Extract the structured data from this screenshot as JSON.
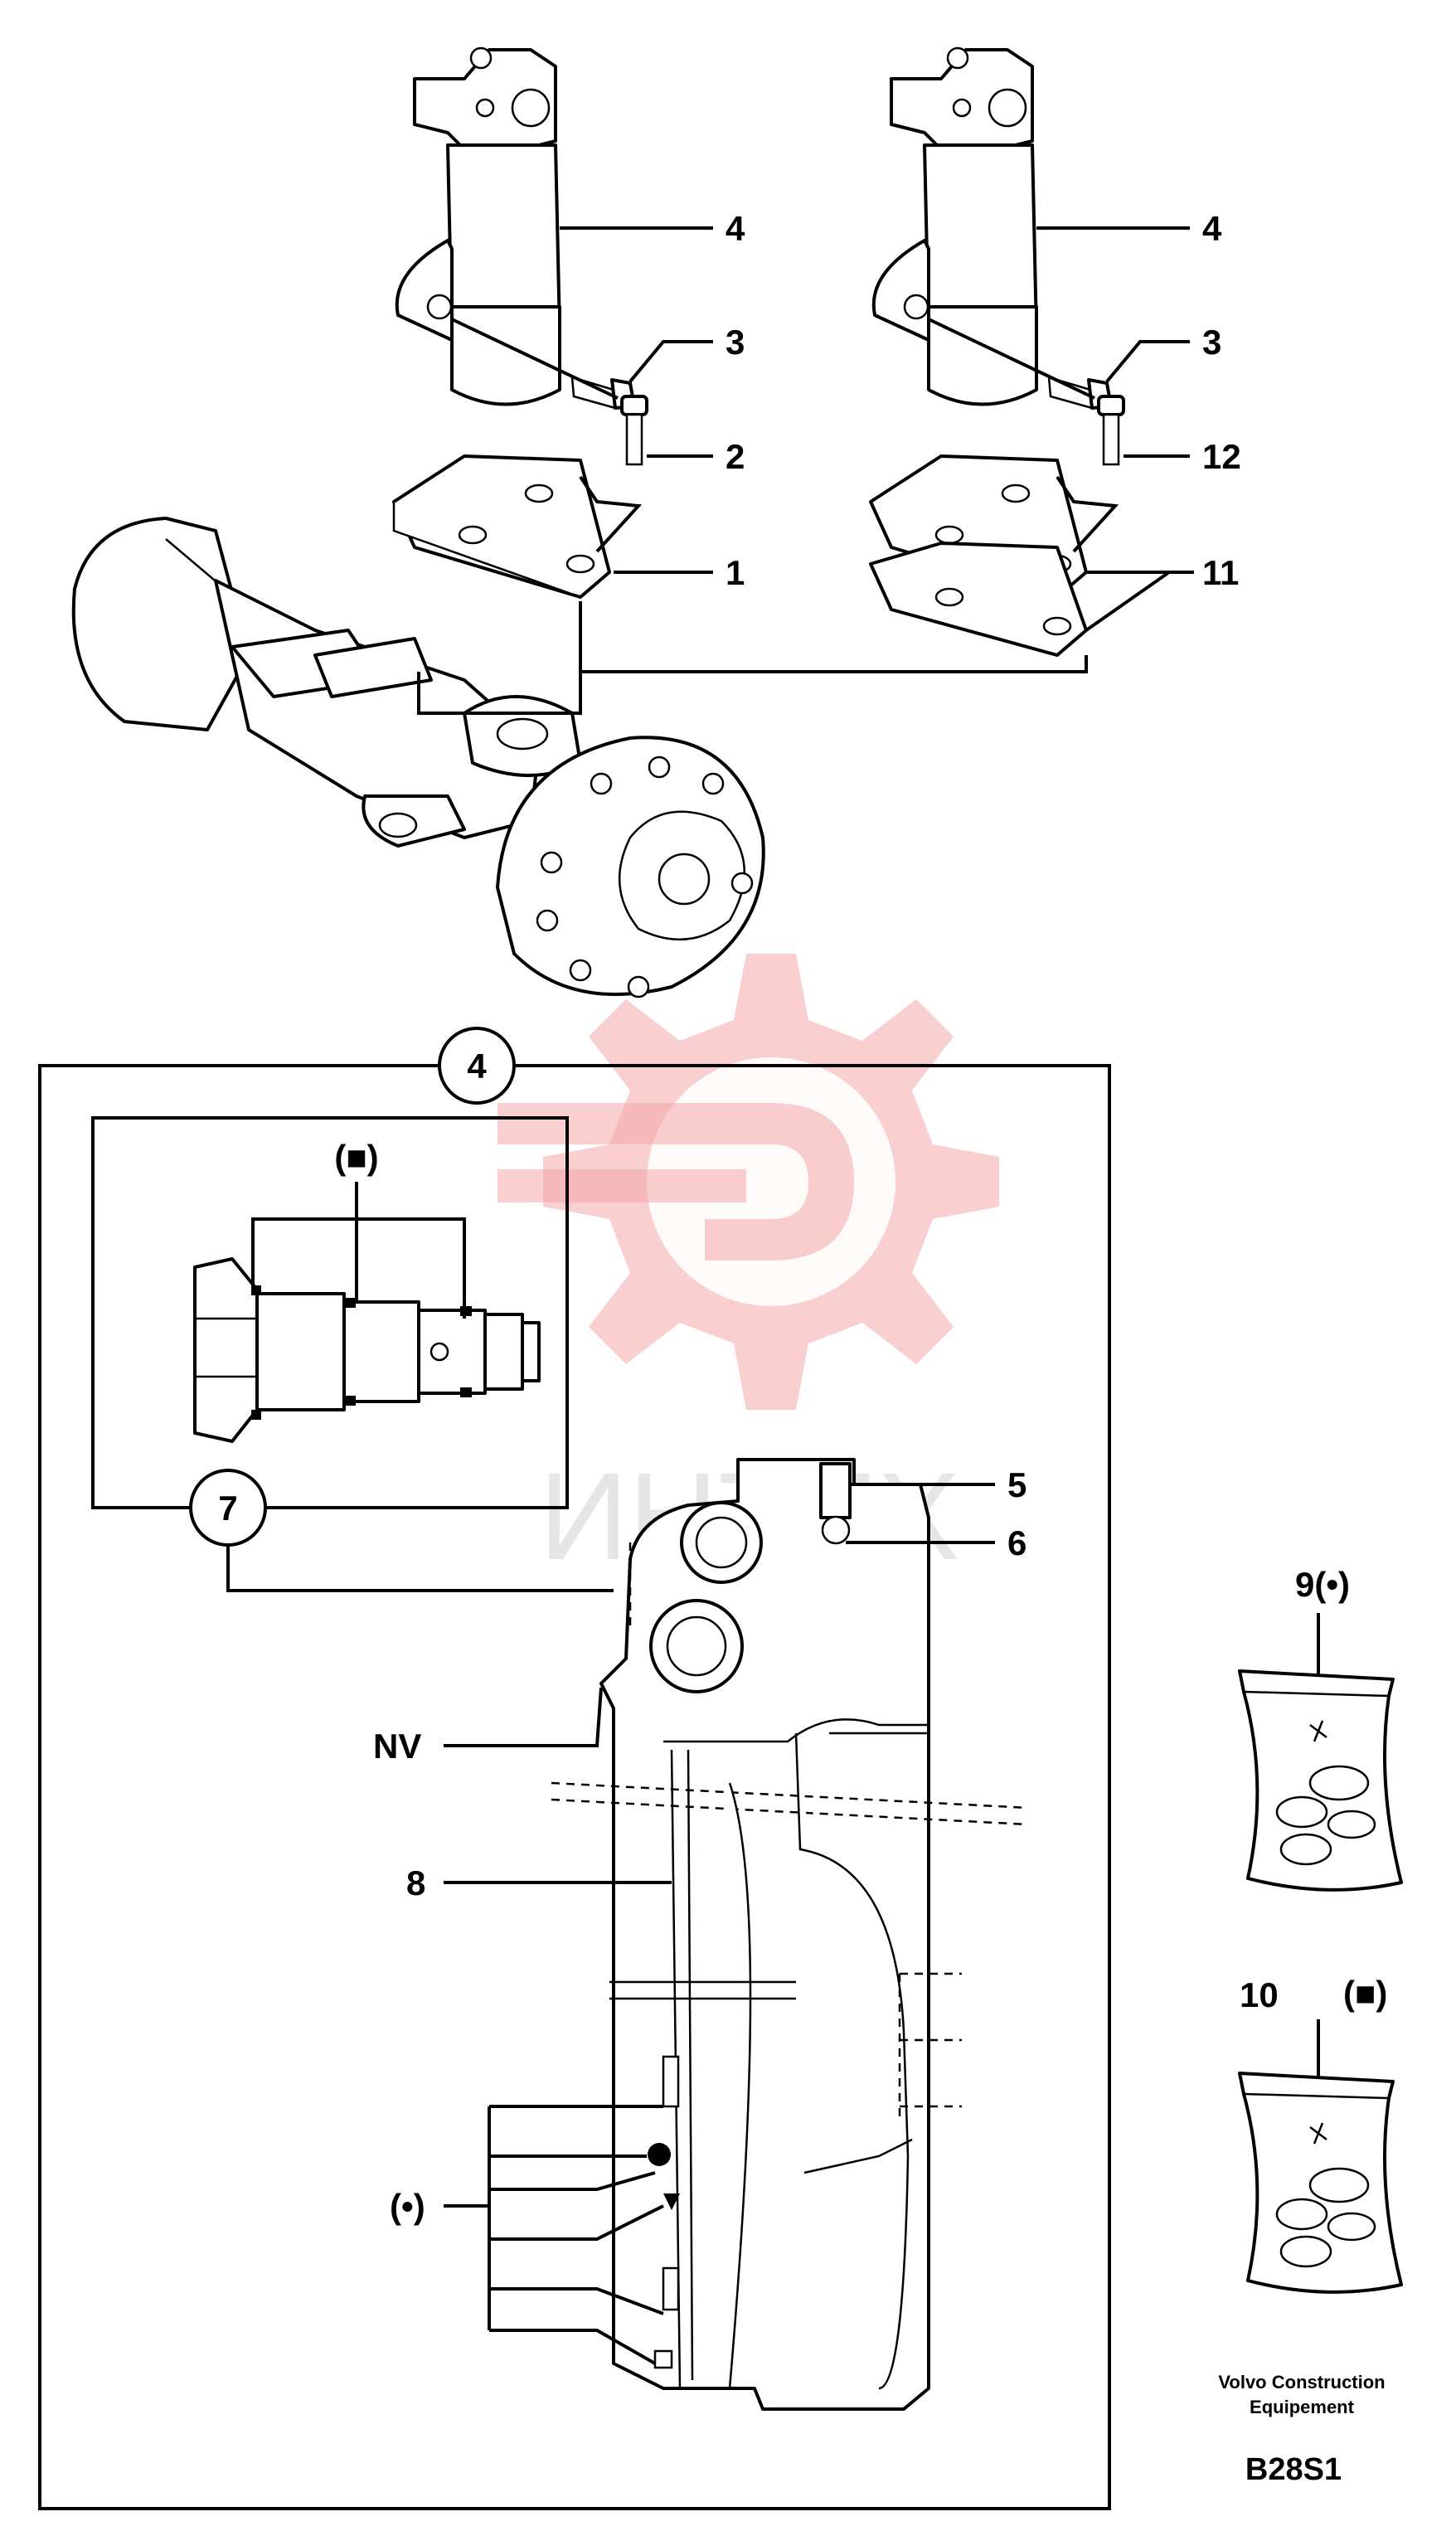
{
  "watermark": {
    "text": "ИНТЕХ"
  },
  "callouts": {
    "c4_left": "4",
    "c3_left": "3",
    "c2": "2",
    "c1": "1",
    "c4_right": "4",
    "c3_right": "3",
    "c12": "12",
    "c11": "11",
    "c4_circle": "4",
    "c7_circle": "7",
    "c5": "5",
    "c6": "6",
    "cNV": "NV",
    "c8": "8",
    "c_dot_left": "(•)",
    "c_sq_top": "(■)",
    "c9": "9(•)",
    "c10": "10",
    "c10_sq": "(■)"
  },
  "footer": {
    "brand_line1": "Volvo Construction",
    "brand_line2": "Equipement",
    "code": "B28S1"
  },
  "colors": {
    "line": "#000000",
    "watermark": "#f4a7a7"
  }
}
